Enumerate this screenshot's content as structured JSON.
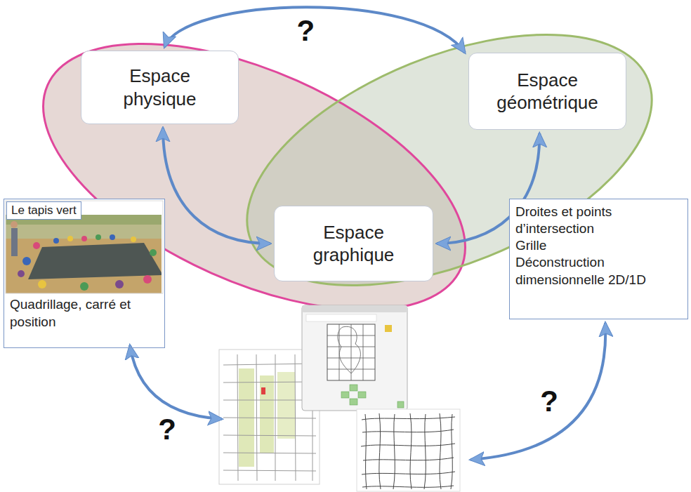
{
  "diagram": {
    "nodes": [
      {
        "text": [
          "Espace physique"
        ]
      },
      {
        "text": [
          "Espace géométrique"
        ]
      },
      {
        "text": [
          "Espace graphique"
        ]
      },
      {
        "text": [
          "Le tapis vert",
          "Quadrillage, carré et position"
        ]
      },
      {
        "text": [
          "Droites et points d’intersection",
          "Grille",
          "Déconstruction dimensionnelle 2D/1D"
        ]
      }
    ],
    "edges": [
      {
        "from": 0,
        "to": 1,
        "arrow": "both",
        "label": "?"
      },
      {
        "from": 0,
        "to": 2,
        "arrow": "both"
      },
      {
        "from": 1,
        "to": 2,
        "arrow": "both"
      }
    ],
    "labels": [
      "?",
      "?"
    ]
  }
}
